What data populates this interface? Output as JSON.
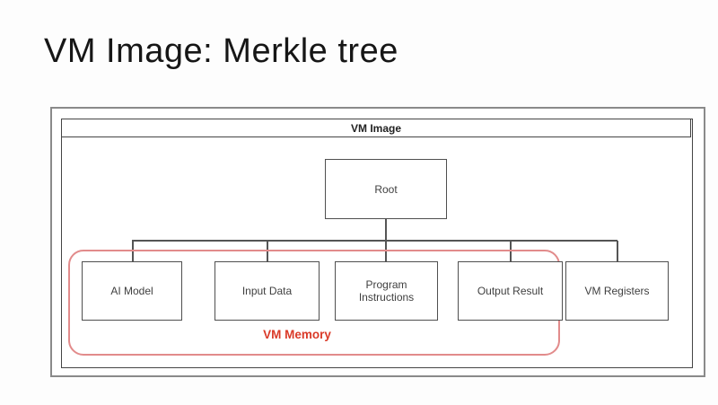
{
  "slide": {
    "title": "VM Image: Merkle tree"
  },
  "diagram": {
    "container_label": "VM Image",
    "root_label": "Root",
    "leaf_nodes": [
      "AI Model",
      "Input Data",
      "Program Instructions",
      "Output Result",
      "VM Registers"
    ],
    "memory_group": {
      "label": "VM Memory",
      "members": [
        "AI Model",
        "Input Data",
        "Program Instructions",
        "Output Result"
      ]
    },
    "colors": {
      "title_text": "#161616",
      "box_border": "#4f4f4f",
      "box_text": "#3f3f3f",
      "connector": "#555555",
      "outer_border": "#8a8a8a",
      "inner_border": "#454545",
      "memory_outline": "#e28b8b",
      "memory_label": "#da3a28",
      "background": "#fdfdfd"
    }
  }
}
